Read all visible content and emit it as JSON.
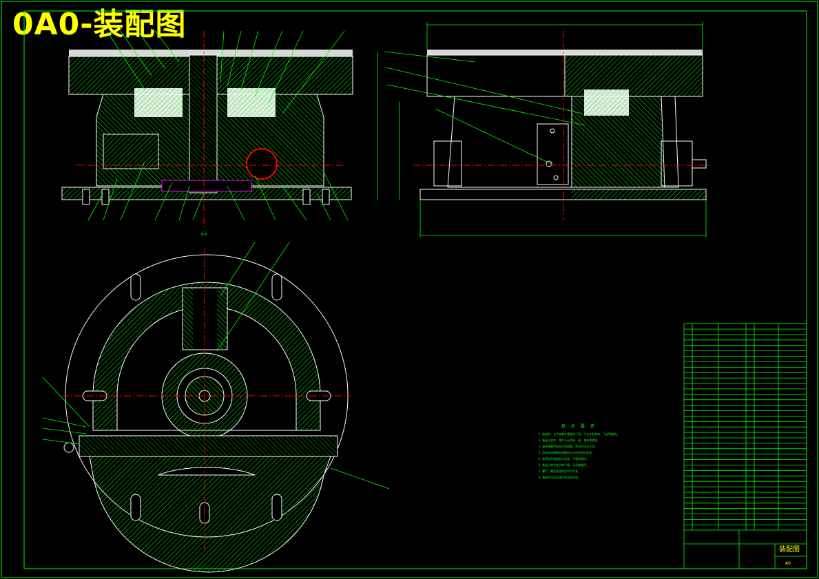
{
  "drawing": {
    "stamp_title": "0A0-装配图",
    "section_label": "B-B",
    "titleblock_name": "装配图",
    "titleblock_size": "A0",
    "tech_requirements_heading": "技 术 要 求",
    "tech_requirements": [
      "1. 装配前，工件各零件需清洗干净，不允许有毛刺、飞边等缺陷。",
      "2. 装配过程中，零件不允许磕、碰、划伤和锈蚀。",
      "3. 轴承装配时应加注润滑脂，转动灵活无卡滞。",
      "4. 齿轮啮合侧隙及接触斑点应符合规定要求。",
      "5. 各密封件装配前应浸油，不得有损伤。",
      "6. 装配后转台应回转平稳，无异常噪声。",
      "7. 螺钉、螺栓紧固时应均匀拧紧。",
      "8. 装配完毕后应进行空运转试验。"
    ]
  },
  "colors": {
    "background": "#000000",
    "outline": "#ffffff",
    "hatch": "#00ff00",
    "center_line": "#ff0000",
    "dimension": "#00ff00",
    "stamp": "#ffff00",
    "accent": "#ff00ff",
    "cyan": "#00ffff"
  }
}
